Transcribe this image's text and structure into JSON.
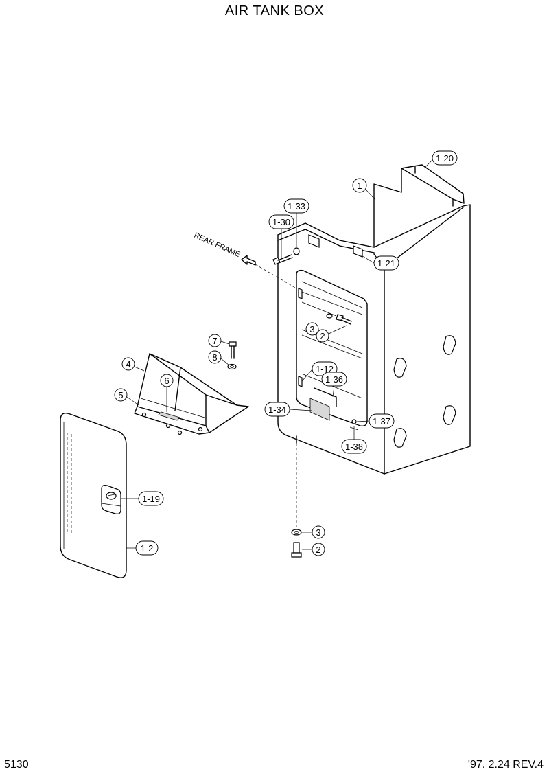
{
  "title": "AIR TANK BOX",
  "footer": {
    "page_number": "5130",
    "revision": "'97. 2.24  REV.4"
  },
  "annotation": {
    "rear_frame": "REAR FRAME"
  },
  "callouts": {
    "c1": "1",
    "c1_20": "1-20",
    "c1_33": "1-33",
    "c1_30": "1-30",
    "c1_21": "1-21",
    "c3_top": "3",
    "c2_top": "2",
    "c7": "7",
    "c8": "8",
    "c4": "4",
    "c6": "6",
    "c5": "5",
    "c1_12": "1-12",
    "c1_36": "1-36",
    "c1_34": "1-34",
    "c1_37": "1-37",
    "c1_38": "1-38",
    "c1_19": "1-19",
    "c1_2": "1-2",
    "c3_bottom": "3",
    "c2_bottom": "2"
  }
}
